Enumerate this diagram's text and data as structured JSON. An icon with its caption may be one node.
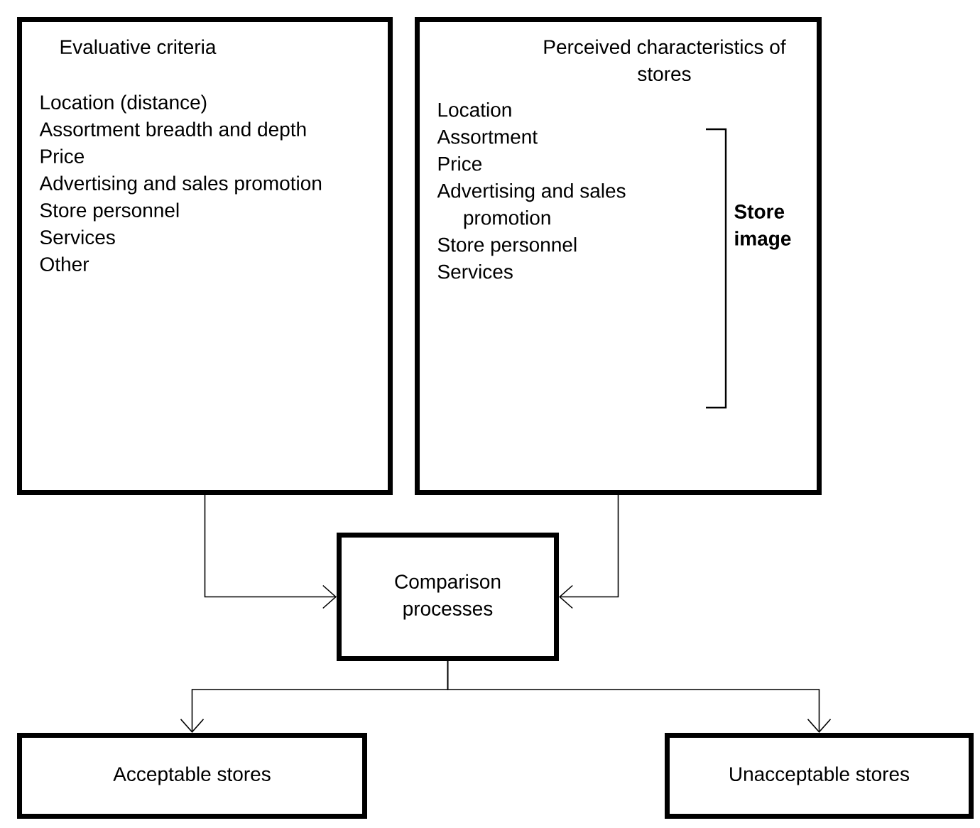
{
  "diagram": {
    "nodes": [
      {
        "text": [
          "Evaluative criteria",
          "Location (distance)",
          "Assortment breadth and depth",
          "Price",
          "Advertising and sales promotion",
          "Store personnel",
          "Services",
          "Other"
        ]
      },
      {
        "text": [
          "Perceived characteristics of stores",
          "Location",
          "Assortment",
          "Price",
          "Advertising and sales promotion",
          "Store personnel",
          "Services",
          "Store image"
        ]
      },
      {
        "text": [
          "Comparison processes"
        ]
      },
      {
        "text": [
          "Acceptable stores"
        ]
      },
      {
        "text": [
          "Unacceptable stores"
        ]
      }
    ],
    "edges": [
      {
        "from": 0,
        "to": 2,
        "arrow": "to"
      },
      {
        "from": 1,
        "to": 2,
        "arrow": "to"
      },
      {
        "from": 2,
        "to": 3,
        "arrow": "to"
      },
      {
        "from": 2,
        "to": 4,
        "arrow": "to"
      }
    ]
  }
}
